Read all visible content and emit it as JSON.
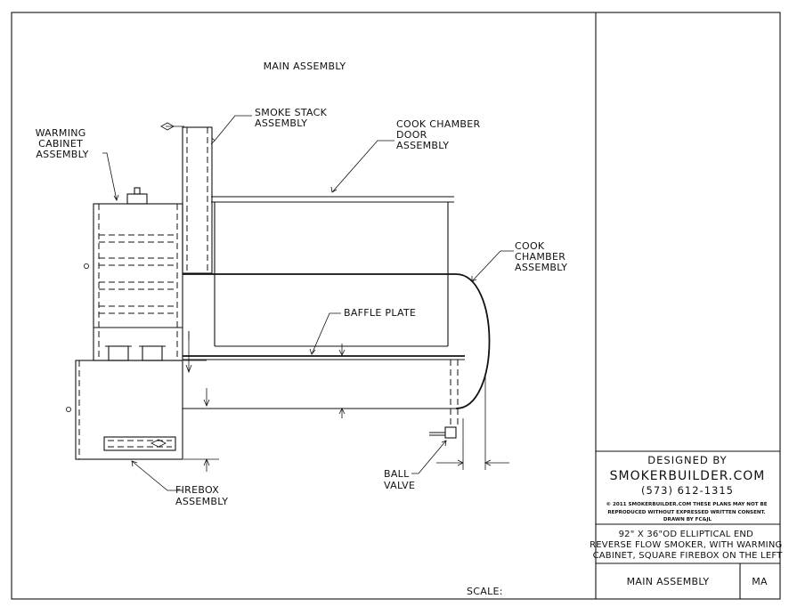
{
  "drawing": {
    "title": "MAIN ASSEMBLY",
    "scale_label": "SCALE:"
  },
  "labels": {
    "smoke_stack": [
      "SMOKE STACK",
      "ASSEMBLY"
    ],
    "warming_cabinet": [
      "WARMING",
      "CABINET",
      "ASSEMBLY"
    ],
    "cook_chamber_door": [
      "COOK CHAMBER",
      "DOOR",
      "ASSEMBLY"
    ],
    "cook_chamber": [
      "COOK",
      "CHAMBER",
      "ASSEMBLY"
    ],
    "baffle_plate": [
      "BAFFLE PLATE"
    ],
    "firebox": [
      "FIREBOX",
      "ASSEMBLY"
    ],
    "ball_valve": [
      "BALL",
      "VALVE"
    ]
  },
  "title_block": {
    "designed_by": "DESIGNED BY",
    "company": "SMOKERBUILDER.COM",
    "phone": "(573) 612-1315",
    "copyright_lines": [
      "© 2011 SMOKERBUILDER.COM THESE PLANS MAY NOT BE",
      "REPRODUCED WITHOUT EXPRESSED WRITTEN CONSENT.",
      "DRAWN BY FC&JL"
    ],
    "description_lines": [
      "92\" X 36\"OD ELLIPTICAL END",
      "REVERSE FLOW SMOKER, WITH WARMING",
      "CABINET, SQUARE FIREBOX ON THE LEFT"
    ],
    "sheet_name": "MAIN ASSEMBLY",
    "sheet_code": "MA"
  }
}
